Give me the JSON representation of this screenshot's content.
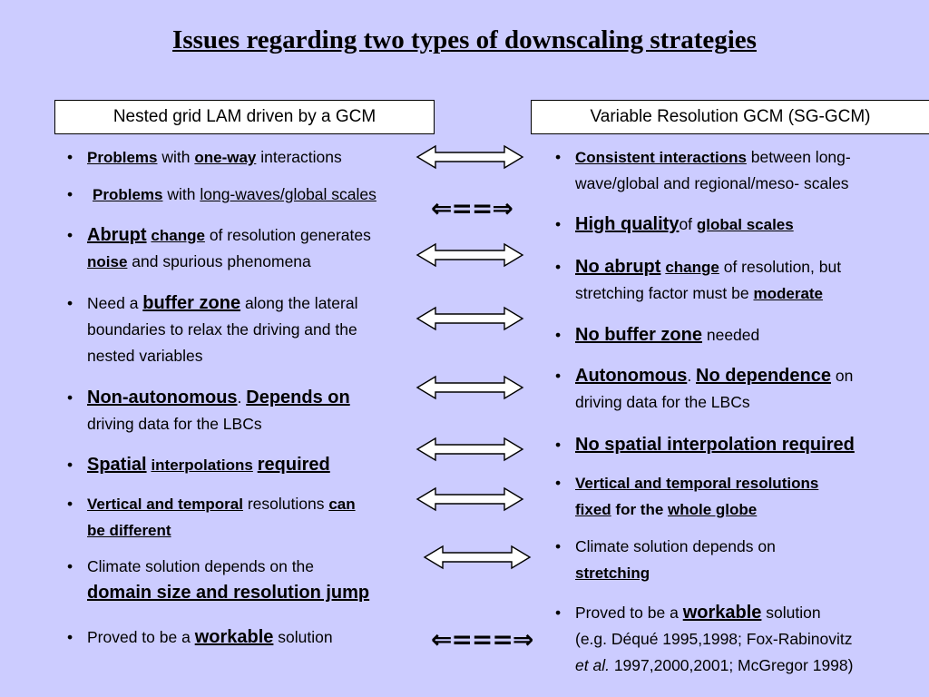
{
  "title": "Issues regarding two types of downscaling strategies",
  "header_left": "Nested grid LAM driven by a GCM",
  "header_right": "Variable Resolution GCM (SG-GCM)",
  "left": {
    "l1": {
      "a": "Problems",
      "b": " with ",
      "c": "one-way",
      "d": " interactions"
    },
    "l2": {
      "a": "Problems",
      "b": " with ",
      "c": "long-waves/global scales"
    },
    "l3": {
      "a": "Abrupt",
      "b": " ",
      "c": "change",
      "d": " of resolution generates",
      "e": "noise",
      "f": " and spurious phenomena"
    },
    "l4": {
      "a": "Need a ",
      "b": "buffer zone",
      "c": " along the lateral",
      "d": "boundaries to relax the driving and the",
      "e": "nested variables"
    },
    "l5": {
      "a": "Non-autonomous",
      "b": ". ",
      "c": "Depends on",
      "d": "driving data for the LBCs"
    },
    "l6": {
      "a": "Spatial",
      "b": " ",
      "c": "interpolations",
      "d": " ",
      "e": "required"
    },
    "l7": {
      "a": "Vertical and temporal",
      "b": " resolutions ",
      "c": "can",
      "d": "be different"
    },
    "l8": {
      "a": "Climate solution depends on the",
      "b": "domain size and resolution jump"
    },
    "l9": {
      "a": "Proved to be a ",
      "b": "workable",
      "c": " solution"
    }
  },
  "right": {
    "r1": {
      "a": "Consistent interactions",
      "b": " between long-",
      "c": "wave/global and regional/meso- scales"
    },
    "r2": {
      "a": "High quality",
      "b": "of ",
      "c": "global scales"
    },
    "r3": {
      "a": "No abrupt",
      "b": " ",
      "c": "change",
      "d": " of resolution, but",
      "e": "stretching factor must be ",
      "f": "moderate"
    },
    "r4": {
      "a": "No buffer zone",
      "b": " needed"
    },
    "r5": {
      "a": "Autonomous",
      "b": ". ",
      "c": "No dependence",
      "d": " on",
      "e": "driving data for the LBCs"
    },
    "r6": {
      "a": "No spatial interpolation required"
    },
    "r7": {
      "a": "Vertical and temporal resolutions",
      "b": "fixed",
      "c": " for the ",
      "d": "whole globe"
    },
    "r8": {
      "a": "Climate solution depends on",
      "b": "stretching"
    },
    "r9": {
      "a": "Proved to be a ",
      "b": "workable",
      "c": " solution",
      "d": "(e.g. Déqué 1995,1998; Fox-Rabinovitz",
      "e": "et al.",
      "f": " 1997,2000,2001; McGregor 1998)"
    }
  },
  "bullet": "•",
  "arrow_a": "⇐==⇒",
  "arrow_b": "⇐===⇒"
}
